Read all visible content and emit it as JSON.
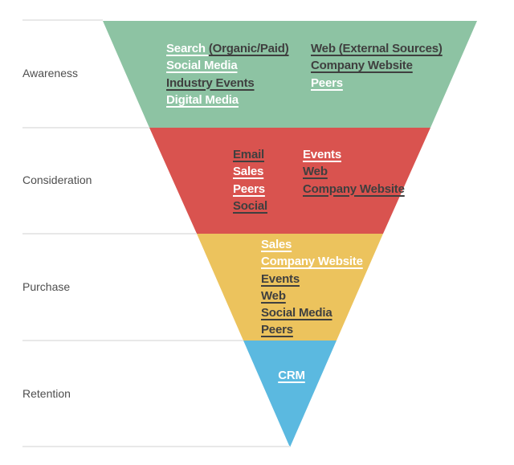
{
  "funnel": {
    "separator_color": "#E8E8E8",
    "text_colors": {
      "light": "#FFFFFF",
      "dark": "#3F3F3F",
      "label": "#4E4E4E"
    },
    "stages": [
      {
        "id": "awareness",
        "label": "Awareness",
        "color": "#8DC3A3",
        "columns": [
          [
            {
              "parts": [
                {
                  "text": "Search ",
                  "tone": "light"
                },
                {
                  "text": "(Organic/Paid)",
                  "tone": "dark"
                }
              ]
            },
            {
              "parts": [
                {
                  "text": "Social Media",
                  "tone": "light"
                }
              ]
            },
            {
              "parts": [
                {
                  "text": "Industry Events",
                  "tone": "dark"
                }
              ]
            },
            {
              "parts": [
                {
                  "text": "Digital Media",
                  "tone": "light"
                }
              ]
            }
          ],
          [
            {
              "parts": [
                {
                  "text": "Web (External Sources)",
                  "tone": "dark"
                }
              ]
            },
            {
              "parts": [
                {
                  "text": "Company Website",
                  "tone": "dark"
                }
              ]
            },
            {
              "parts": [
                {
                  "text": "Peers",
                  "tone": "light"
                }
              ]
            }
          ]
        ]
      },
      {
        "id": "consideration",
        "label": "Consideration",
        "color": "#D9534F",
        "columns": [
          [
            {
              "parts": [
                {
                  "text": "Email",
                  "tone": "dark"
                }
              ]
            },
            {
              "parts": [
                {
                  "text": "Sales",
                  "tone": "light"
                }
              ]
            },
            {
              "parts": [
                {
                  "text": "Peers",
                  "tone": "light"
                }
              ]
            },
            {
              "parts": [
                {
                  "text": "Social",
                  "tone": "dark"
                }
              ]
            }
          ],
          [
            {
              "parts": [
                {
                  "text": "Events",
                  "tone": "light"
                }
              ]
            },
            {
              "parts": [
                {
                  "text": "Web",
                  "tone": "dark"
                }
              ]
            },
            {
              "parts": [
                {
                  "text": "Company Website",
                  "tone": "dark"
                }
              ]
            }
          ]
        ]
      },
      {
        "id": "purchase",
        "label": "Purchase",
        "color": "#ECC35D",
        "columns": [
          [
            {
              "parts": [
                {
                  "text": "Sales",
                  "tone": "light"
                }
              ]
            },
            {
              "parts": [
                {
                  "text": "Company Website",
                  "tone": "light"
                }
              ]
            },
            {
              "parts": [
                {
                  "text": "Events",
                  "tone": "dark"
                }
              ]
            },
            {
              "parts": [
                {
                  "text": "Web",
                  "tone": "dark"
                }
              ]
            },
            {
              "parts": [
                {
                  "text": "Social Media",
                  "tone": "dark"
                }
              ]
            },
            {
              "parts": [
                {
                  "text": "Peers",
                  "tone": "dark"
                }
              ]
            }
          ]
        ]
      },
      {
        "id": "retention",
        "label": "Retention",
        "color": "#5BB9E0",
        "columns": [
          [
            {
              "parts": [
                {
                  "text": "CRM",
                  "tone": "light"
                }
              ]
            }
          ]
        ]
      }
    ]
  }
}
